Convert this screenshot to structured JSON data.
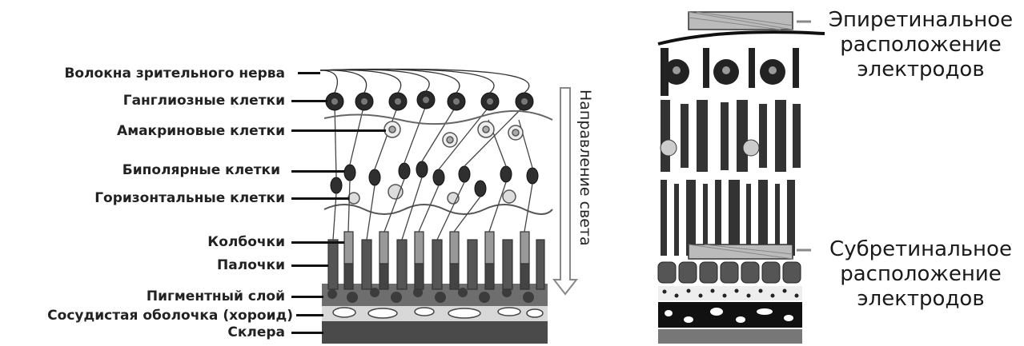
{
  "left_labels": [
    "Волокна зрительного нерва",
    "Ганглиозные клетки",
    "Амакриновые клетки",
    "Биполярные клетки",
    "Горизонтальные клетки",
    "Колбочки",
    "Палочки",
    "Пигментный слой",
    "Сосудистая оболочка (хороид)",
    "Склера"
  ],
  "arrow_label": "Направление света",
  "epi": {
    "line1": "Эпиретинальное",
    "line2": "расположение",
    "line3": "электродов"
  },
  "sub": {
    "line1": "Субретинальное",
    "line2": "расположение",
    "line3": "электродов"
  }
}
